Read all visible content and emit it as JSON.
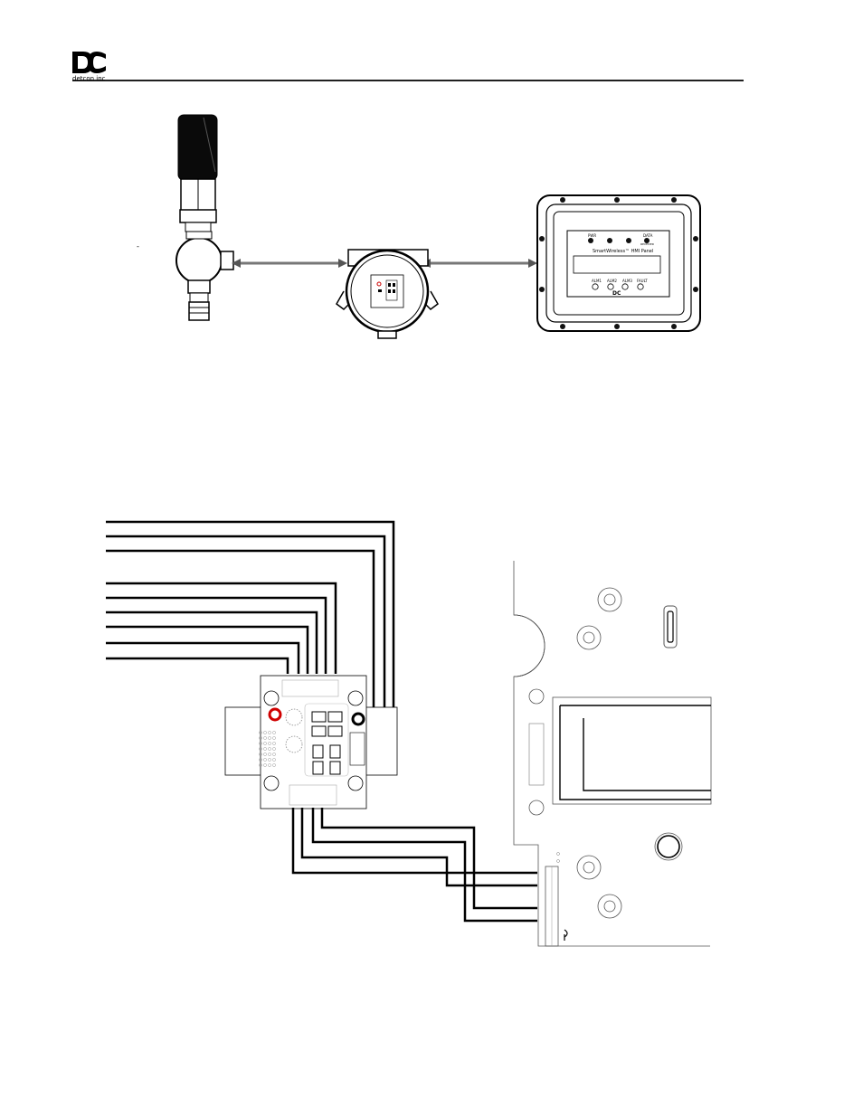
{
  "header": {
    "company": "detcon inc",
    "logo_letters": "DC"
  },
  "hmi_panel": {
    "title": "SmartWireless™ HMI Panel",
    "top_labels": [
      "PWR",
      "",
      "",
      "DATA"
    ],
    "top_sublabel": "RECEIVED",
    "bottom_labels": [
      "ALM1",
      "ALM2",
      "ALM3",
      "FAULT"
    ]
  },
  "small_mark": "-"
}
